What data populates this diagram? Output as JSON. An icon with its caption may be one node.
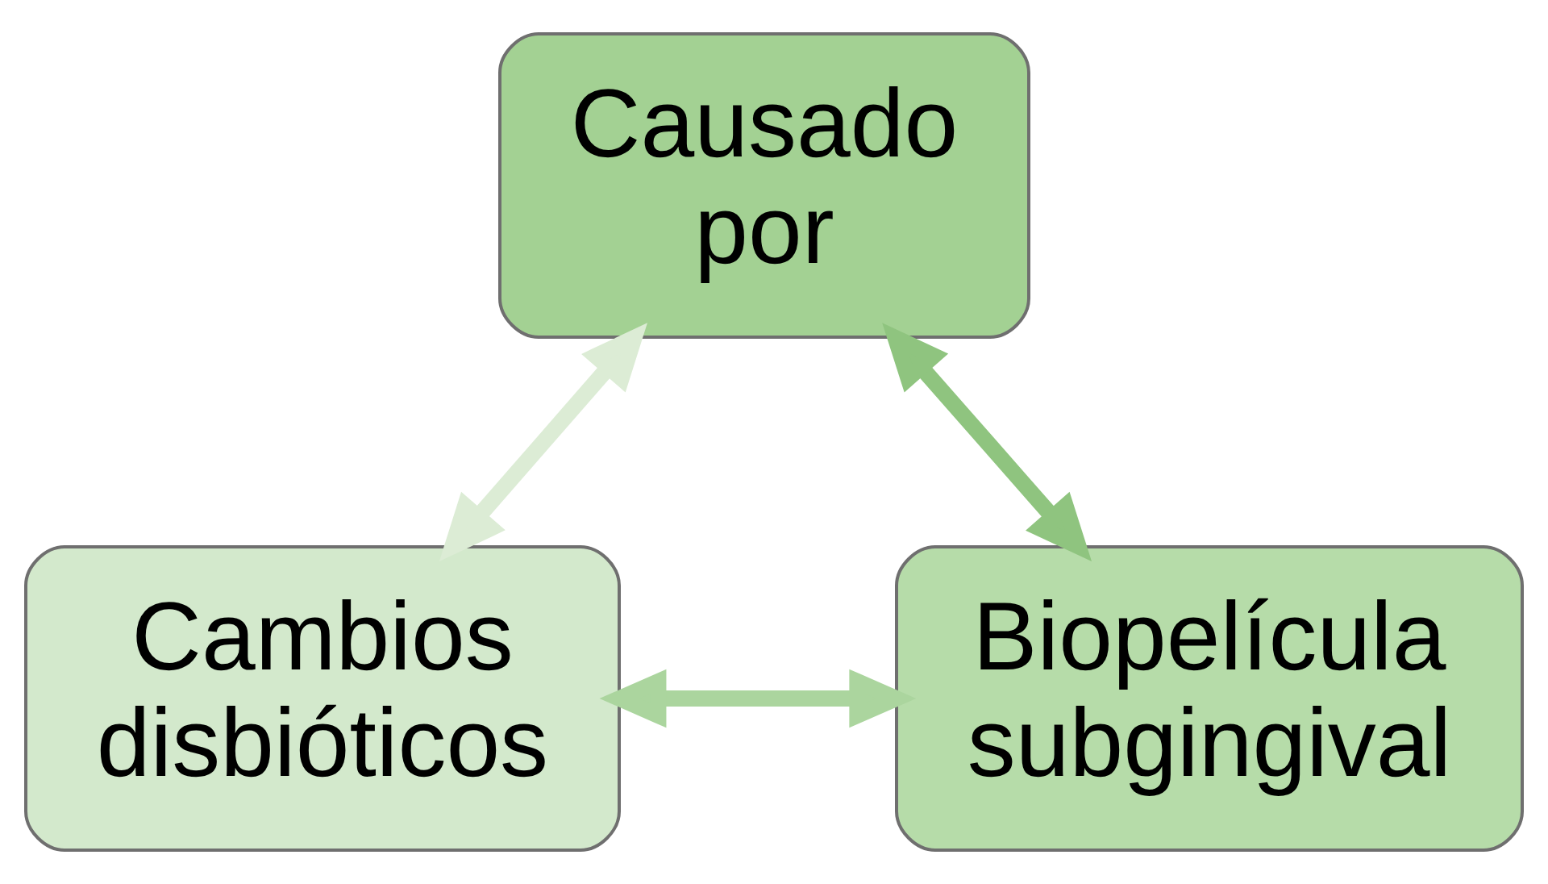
{
  "diagram": {
    "nodes": [
      {
        "text": [
          "Causado por"
        ]
      },
      {
        "text": [
          "Cambios disbióticos"
        ]
      },
      {
        "text": [
          "Biopelícula subgingival"
        ]
      }
    ],
    "edges": [
      {
        "from": 0,
        "to": 1,
        "arrow": "both",
        "color": "#dcecd5"
      },
      {
        "from": 0,
        "to": 2,
        "arrow": "both",
        "color": "#8fc47f"
      },
      {
        "from": 1,
        "to": 2,
        "arrow": "both",
        "color": "#abd59e"
      }
    ]
  }
}
